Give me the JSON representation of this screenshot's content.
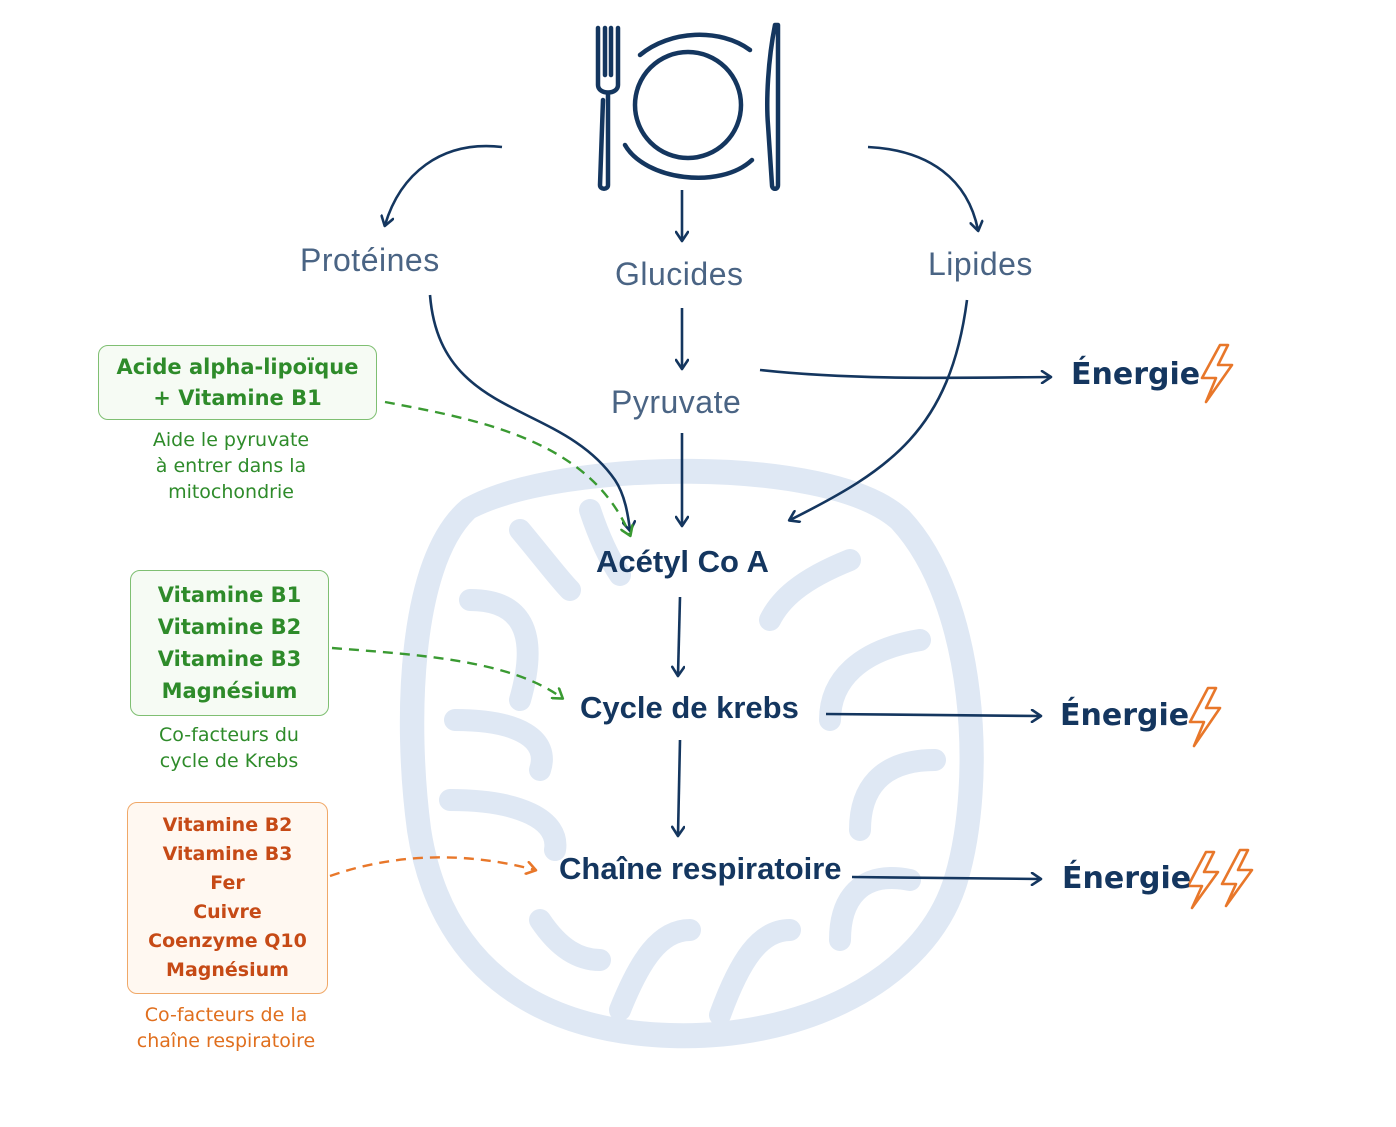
{
  "macros": {
    "proteines": "Protéines",
    "glucides": "Glucides",
    "lipides": "Lipides"
  },
  "steps": {
    "pyruvate": "Pyruvate",
    "acetyl": "Acétyl Co A",
    "krebs": "Cycle de krebs",
    "chaine": "Chaîne respiratoire"
  },
  "energy": {
    "label1": "Énergie",
    "label2": "Énergie",
    "label3": "Énergie"
  },
  "box1": {
    "lines": [
      "Acide alpha-lipoïque",
      "+ Vitamine B1"
    ],
    "note": [
      "Aide le pyruvate",
      "à entrer dans la",
      "mitochondrie"
    ]
  },
  "box2": {
    "lines": [
      "Vitamine B1",
      "Vitamine B2",
      "Vitamine B3",
      "Magnésium"
    ],
    "note": [
      "Co-facteurs du",
      "cycle de Krebs"
    ]
  },
  "box3": {
    "lines": [
      "Vitamine B2",
      "Vitamine B3",
      "Fer",
      "Cuivre",
      "Coenzyme Q10",
      "Magnésium"
    ],
    "note": [
      "Co-facteurs de la",
      "chaîne respiratoire"
    ]
  },
  "icons": {
    "top": "plate-fork-knife-icon",
    "bolt": "lightning-bolt-icon",
    "background": "mitochondria-icon"
  },
  "colors": {
    "navy": "#14365f",
    "green": "#2e8b2a",
    "orange": "#e8772a",
    "mito": "#dbe6f3"
  }
}
